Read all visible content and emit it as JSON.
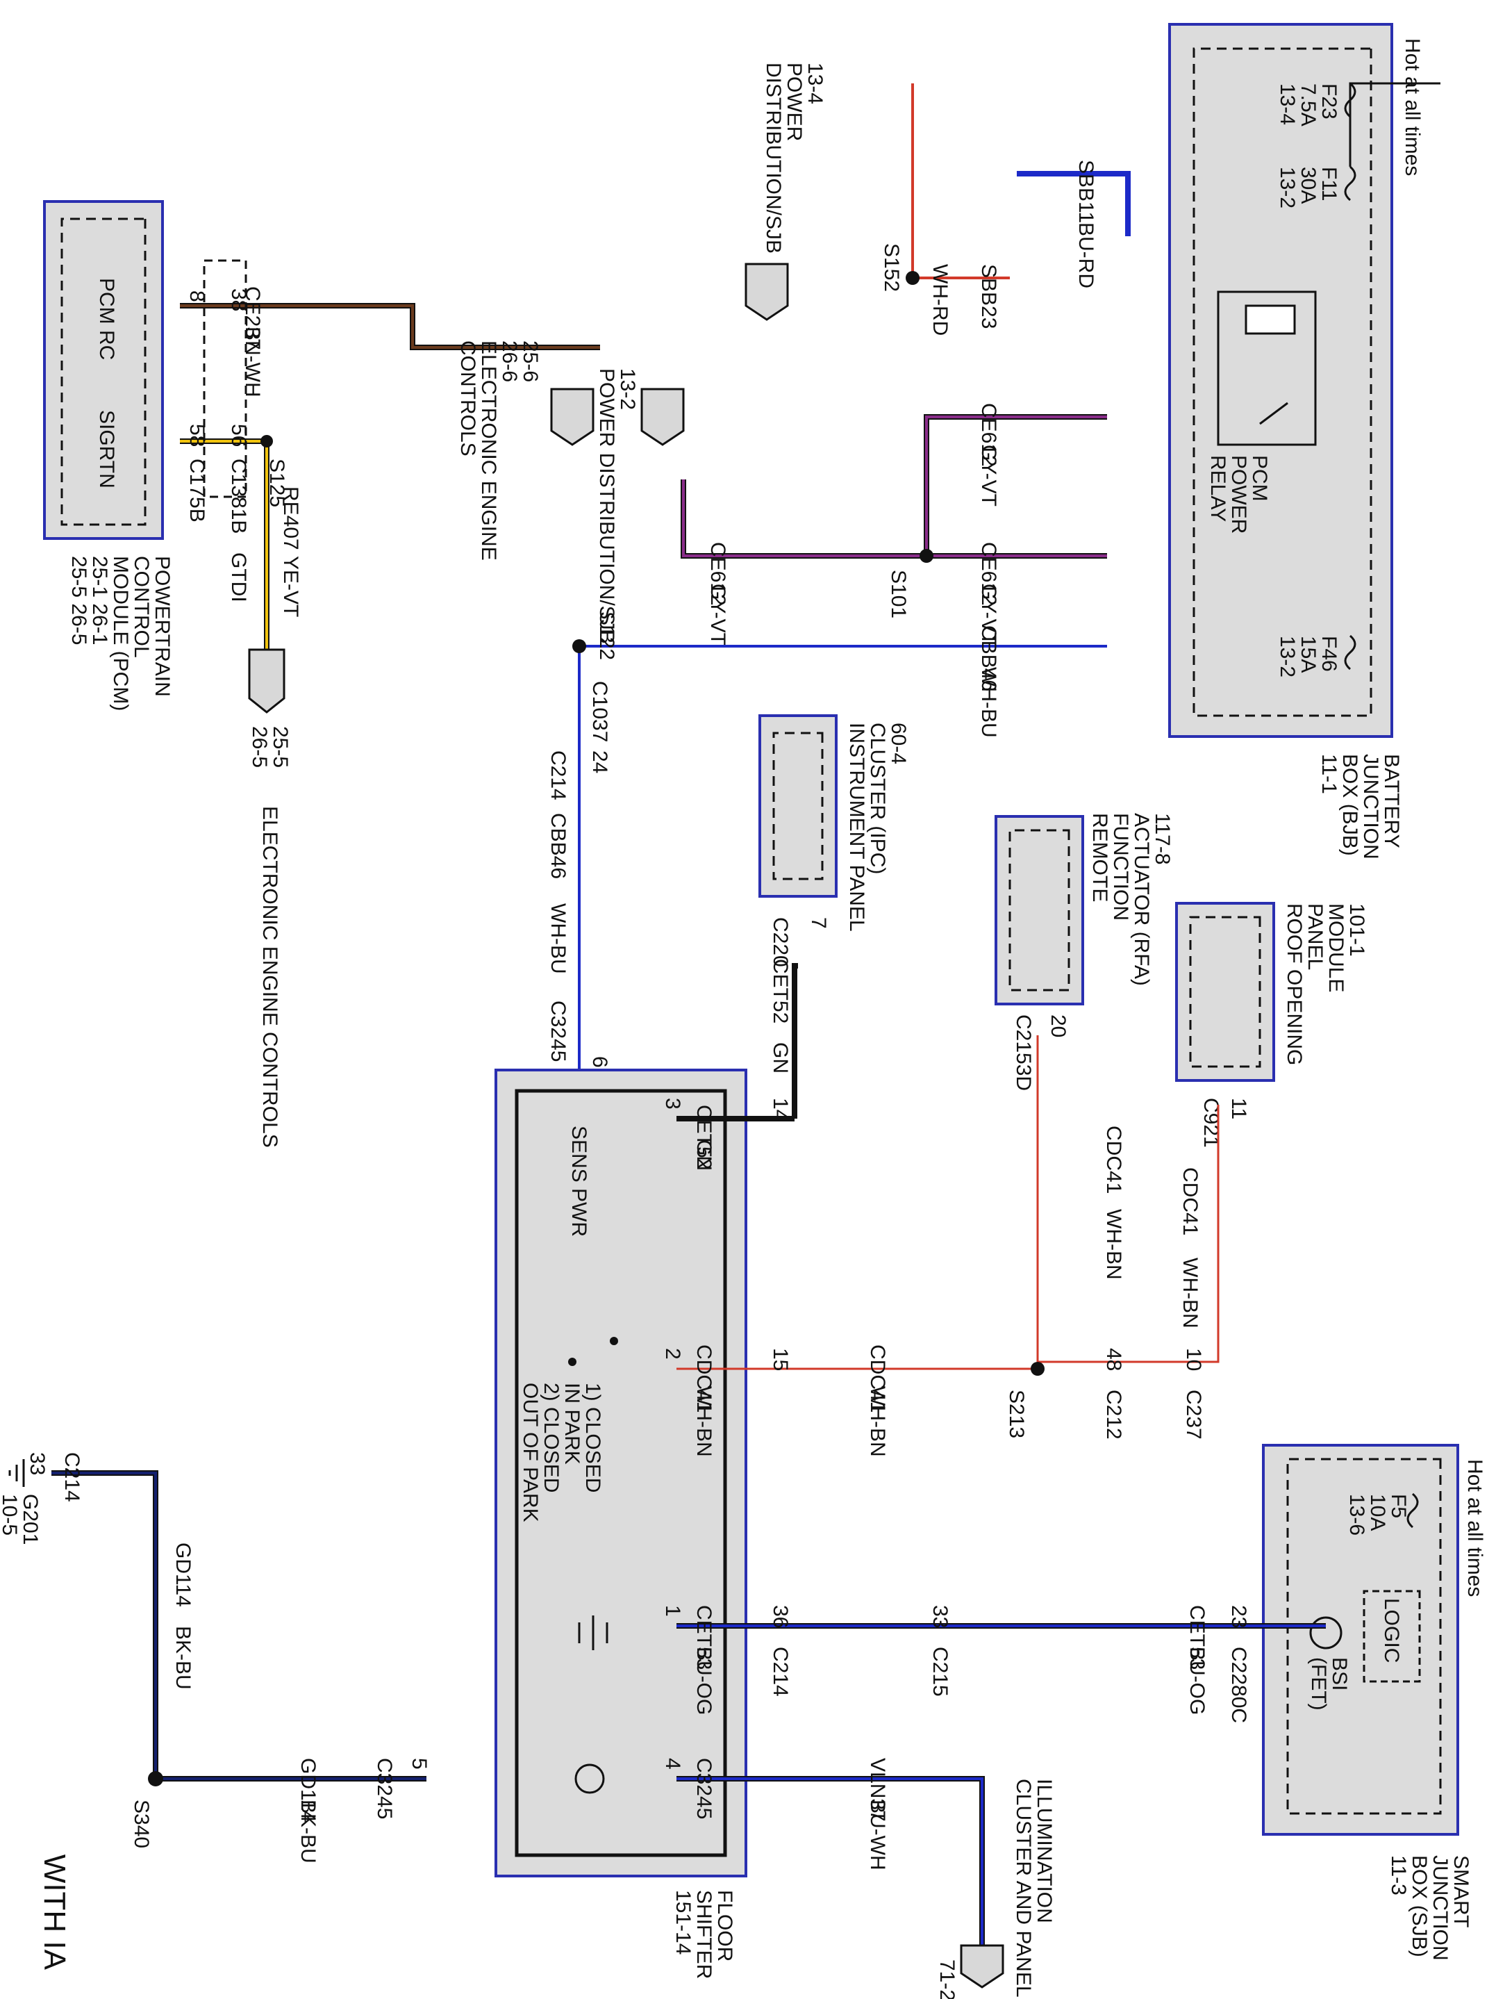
{
  "page": {
    "title": "WITH IA"
  },
  "hot_labels": {
    "bjb_hot": "Hot at all times",
    "sjb_hot": "Hot at all times"
  },
  "modules": {
    "pcm": {
      "rc": "PCM RC",
      "sigrtn": "SIGRTN",
      "name": [
        "POWERTRAIN",
        "CONTROL",
        "MODULE (PCM)",
        "25-1 26-1",
        "25-5 26-5"
      ]
    },
    "bjb": {
      "name": [
        "BATTERY",
        "JUNCTION",
        "BOX (BJB)",
        "11-1"
      ],
      "relay": [
        "PCM",
        "POWER",
        "RELAY"
      ]
    },
    "sjb": {
      "name": [
        "SMART",
        "JUNCTION",
        "BOX (SJB)",
        "11-3"
      ],
      "logic": "LOGIC",
      "bsi": [
        "BSI",
        "(FET)"
      ]
    },
    "floor_shifter": {
      "name": [
        "FLOOR",
        "SHIFTER",
        "151-14"
      ],
      "sens_pwr": "SENS PWR",
      "switch_note": [
        "1) CLOSED",
        "IN PARK",
        "2) CLOSED",
        "OUT OF PARK"
      ]
    },
    "ipc": {
      "name": [
        "INSTRUMENT PANEL",
        "CLUSTER (IPC)",
        "60-4"
      ]
    },
    "rfa": {
      "name": [
        "REMOTE",
        "FUNCTION",
        "ACTUATOR (RFA)",
        "117-8"
      ]
    },
    "roof": {
      "name": [
        "ROOF OPENING",
        "PANEL",
        "MODULE",
        "101-1"
      ]
    }
  },
  "fuses": [
    {
      "id": "F23",
      "rating": "7.5A",
      "ref": "13-4"
    },
    {
      "id": "F11",
      "rating": "30A",
      "ref": "13-2"
    },
    {
      "id": "F46",
      "rating": "15A",
      "ref": "13-2"
    },
    {
      "id": "F5",
      "rating": "10A",
      "ref": "13-6"
    }
  ],
  "offpage": {
    "power_dist_134": [
      "13-4",
      "POWER",
      "DISTRIBUTION/SJB"
    ],
    "power_dist_132": [
      "13-2",
      "POWER DISTRIBUTION/SJB"
    ],
    "eec_top": [
      "25-6",
      "26-6",
      "ELECTRONIC ENGINE",
      "CONTROLS"
    ],
    "eec_left": [
      "25-5",
      "26-5"
    ],
    "eec_left_text": "ELECTRONIC ENGINE CONTROLS",
    "cluster_illum": [
      "CLUSTER AND PANEL",
      "ILLUMINATION"
    ],
    "cluster_ref": "71-2",
    "ground": [
      "G201",
      "10-5"
    ]
  },
  "circuits": {
    "CE237": "CE237",
    "BN_WH": "BN-WH",
    "SBB11": "SBB11",
    "BU_RD": "BU-RD",
    "SBB23": "SBB23",
    "WH_RD": "WH-RD",
    "CE612": "CE612",
    "GY_VT": "GY-VT",
    "CBB46": "CBB46",
    "WH_BU": "WH-BU",
    "RE407": "RE407",
    "YE_VT": "YE-VT",
    "CET52": "CET52",
    "GN": "GN",
    "CDC41": "CDC41",
    "WH_BN": "WH-BN",
    "CET53": "CET53",
    "BU_OG": "BU-OG",
    "VLN37": "VLN37",
    "BU_WH": "BU-WH",
    "GD114": "GD114",
    "BK_BU": "BK-BU"
  },
  "connectors": {
    "C175B": "C175B",
    "C1381B": "C1381B",
    "GTDI": "GTDI",
    "S125": "S125",
    "S152": "S152",
    "S101": "S101",
    "S122": "S122",
    "C1037": "C1037",
    "C214": "C214",
    "C3245": "C3245",
    "C220": "C220",
    "C2153D": "C2153D",
    "C921": "C921",
    "C212": "C212",
    "C237": "C237",
    "S213": "S213",
    "C215": "C215",
    "C2280C": "C2280C",
    "S340": "S340"
  },
  "pins": [
    "8",
    "38",
    "58",
    "56",
    "24",
    "6",
    "7",
    "20",
    "11",
    "3",
    "14",
    "2",
    "15",
    "48",
    "10",
    "1",
    "36",
    "33",
    "23",
    "4",
    "5",
    "33"
  ],
  "colors": {
    "frame_blue": "#2a2fb0",
    "box_fill": "#dcdcdc",
    "brown": "#6b3b1e",
    "red": "#d23a2a",
    "blue": "#1c2ac8",
    "navy": "#14206e",
    "violet": "#8a2d8a",
    "gray": "#9a9a9a",
    "yellow": "#f1c40f",
    "green": "#1a1a1a",
    "black": "#111111"
  }
}
